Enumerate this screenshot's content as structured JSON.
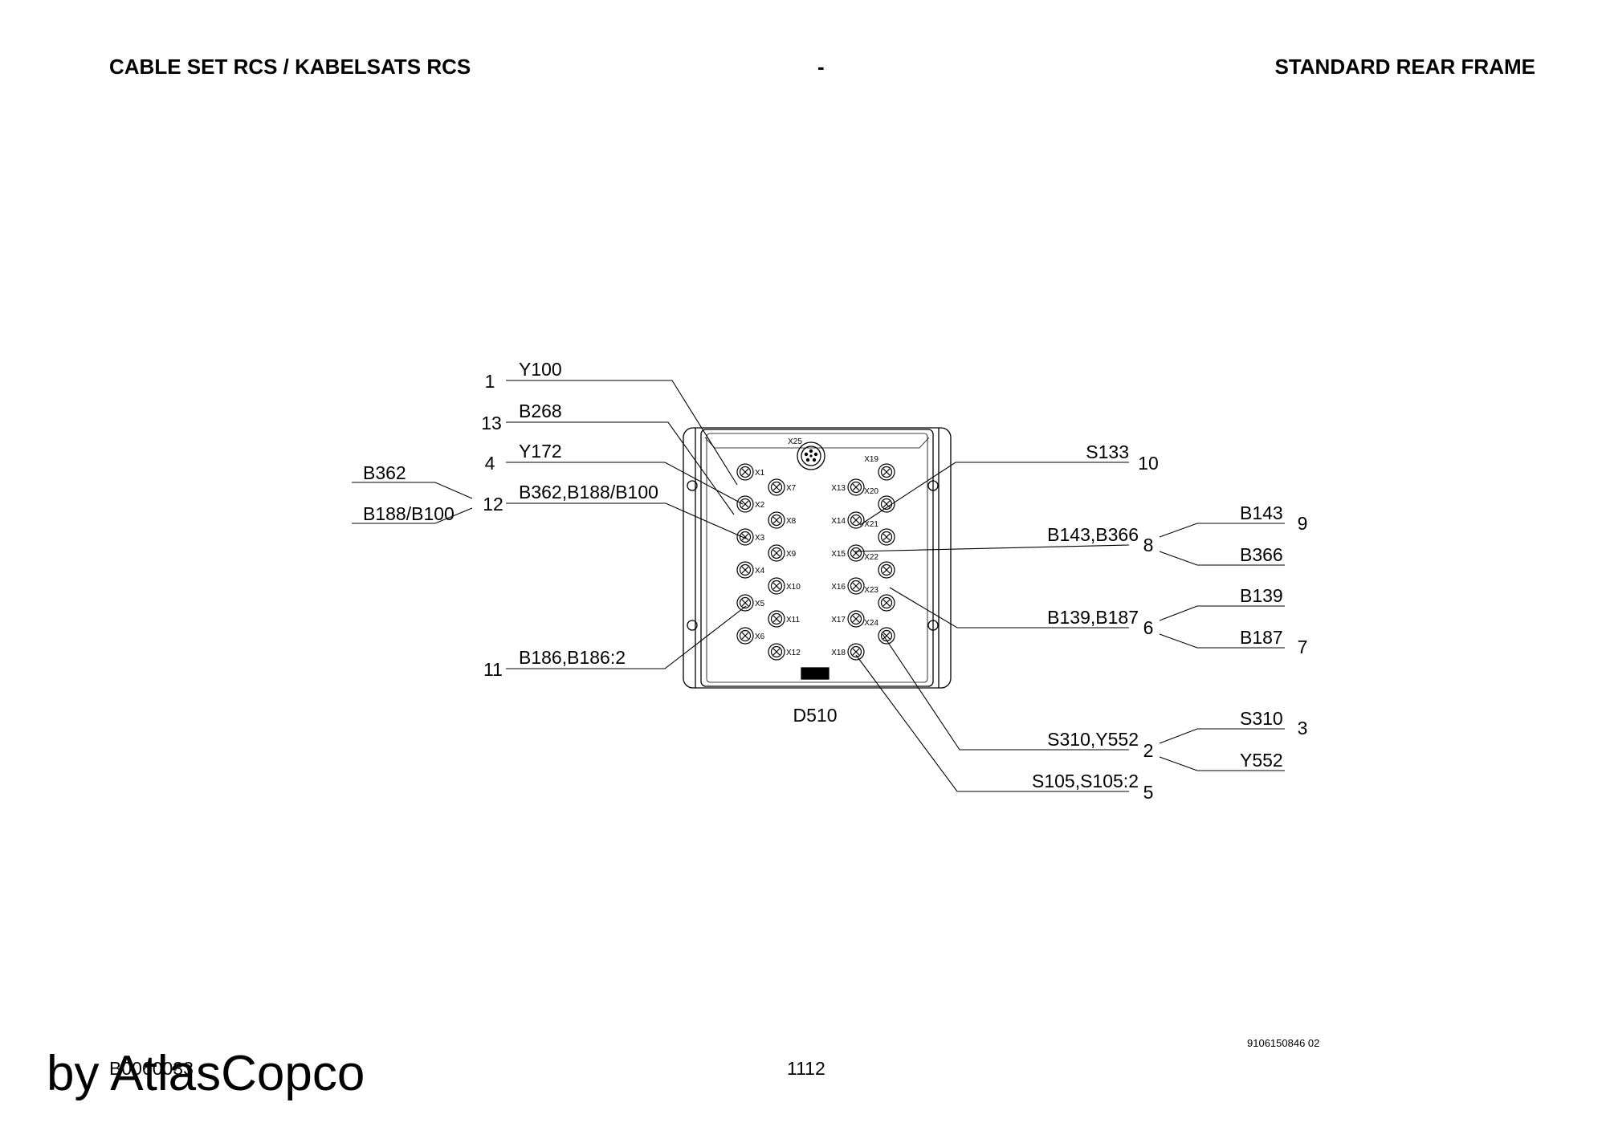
{
  "header": {
    "left": "CABLE SET RCS / KABELSATS RCS",
    "middle": "-",
    "right": "STANDARD REAR FRAME"
  },
  "diagram": {
    "unit_label": "D510",
    "top_connector": "X25",
    "ports": [
      "X1",
      "X2",
      "X3",
      "X4",
      "X5",
      "X6",
      "X7",
      "X8",
      "X9",
      "X10",
      "X11",
      "X12",
      "X13",
      "X14",
      "X15",
      "X16",
      "X17",
      "X18",
      "X19",
      "X20",
      "X21",
      "X22",
      "X23",
      "X24"
    ],
    "callouts": [
      {
        "num": "1",
        "label": "Y100"
      },
      {
        "num": "13",
        "label": "B268"
      },
      {
        "num": "4",
        "label": "Y172"
      },
      {
        "num": "12",
        "label": "B362,B188/B100"
      },
      {
        "num": "11",
        "label": "B186,B186:2"
      },
      {
        "num": "10",
        "label": "S133"
      },
      {
        "num": "8",
        "label": "B143,B366"
      },
      {
        "num": "6",
        "label": "B139,B187"
      },
      {
        "num": "2",
        "label": "S310,Y552"
      },
      {
        "num": "5",
        "label": "S105,S105:2"
      },
      {
        "num": "9",
        "label": "B143"
      },
      {
        "num": "7",
        "label": "B187"
      },
      {
        "num": "3",
        "label": "S310"
      }
    ],
    "branch_labels": [
      "B362",
      "B188/B100",
      "B366",
      "B139",
      "Y552"
    ]
  },
  "footer": {
    "drawing_no": "9106150846 02",
    "page_number": "1112",
    "doc_code": "B0060033",
    "watermark": "by AtlasCopco"
  }
}
